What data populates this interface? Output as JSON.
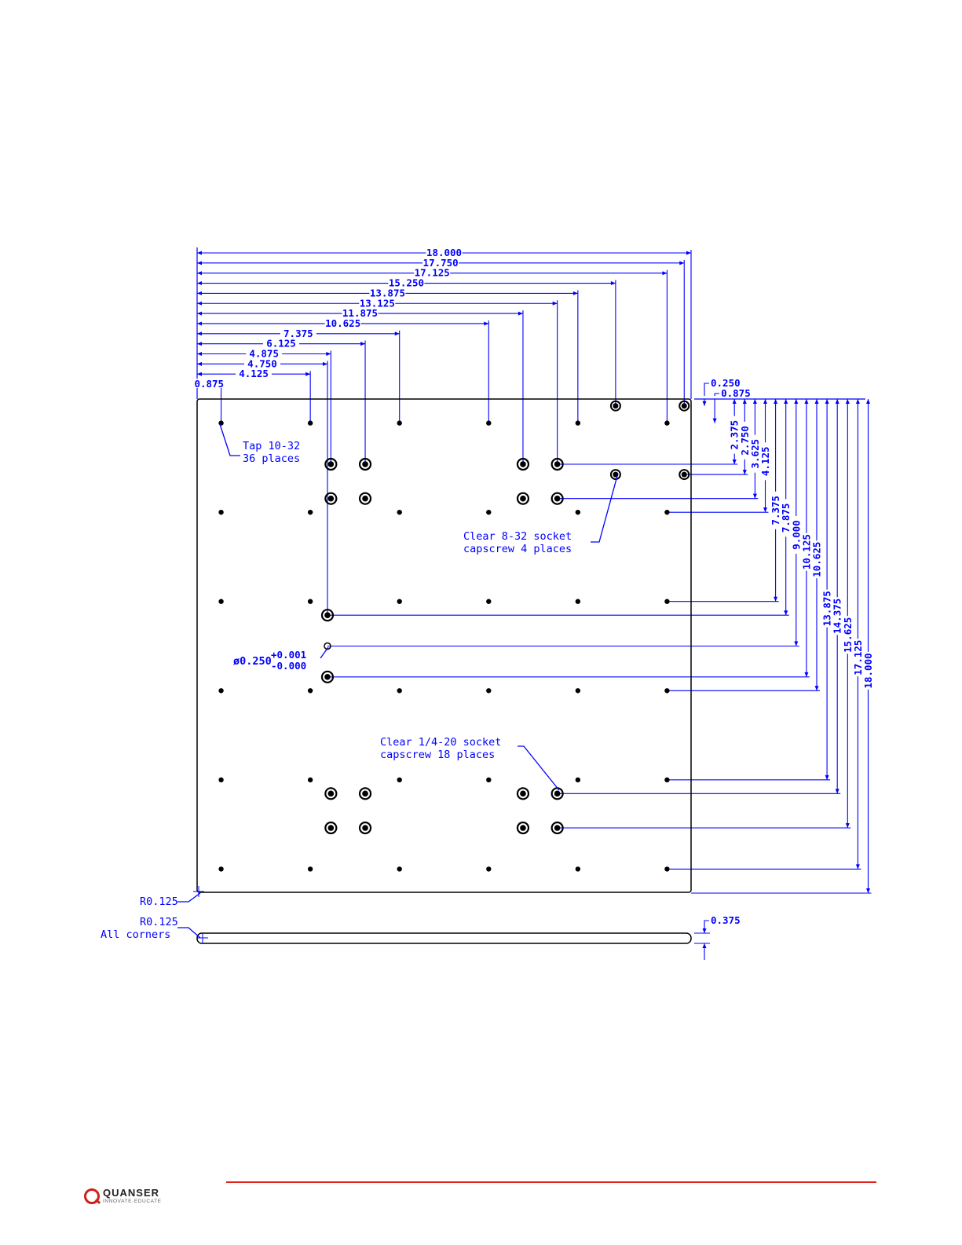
{
  "drawing": {
    "horizontal_dims": [
      "18.000",
      "17.750",
      "17.125",
      "15.250",
      "13.875",
      "13.125",
      "11.875",
      "10.625",
      "7.375",
      "6.125",
      "4.875",
      "4.750",
      "4.125",
      "0.875"
    ],
    "vertical_dims": [
      "0.250",
      "0.875",
      "2.375",
      "2.750",
      "3.625",
      "4.125",
      "7.375",
      "7.875",
      "9.000",
      "10.125",
      "10.625",
      "13.875",
      "14.375",
      "15.625",
      "17.125",
      "18.000"
    ],
    "thickness_dim": "0.375",
    "notes": {
      "tap_line1": "Tap 10-32",
      "tap_line2": "36 places",
      "clear832_line1": "Clear 8-32 socket",
      "clear832_line2": "capscrew 4 places",
      "clear1420_line1": "Clear 1/4-20 socket",
      "clear1420_line2": "capscrew  18 places",
      "dia_main": "ø0.250",
      "dia_plus": "+0.001",
      "dia_minus": "-0.000",
      "radius_top": "R0.125",
      "radius_side": "R0.125",
      "radius_side_line2": "All corners"
    }
  },
  "footer": {
    "logo_name": "QUANSER",
    "logo_tagline": "INNOVATE·EDUCATE",
    "accent_color": "#e0201a"
  },
  "colors": {
    "dimension": "#0000ff",
    "outline": "#000000"
  }
}
